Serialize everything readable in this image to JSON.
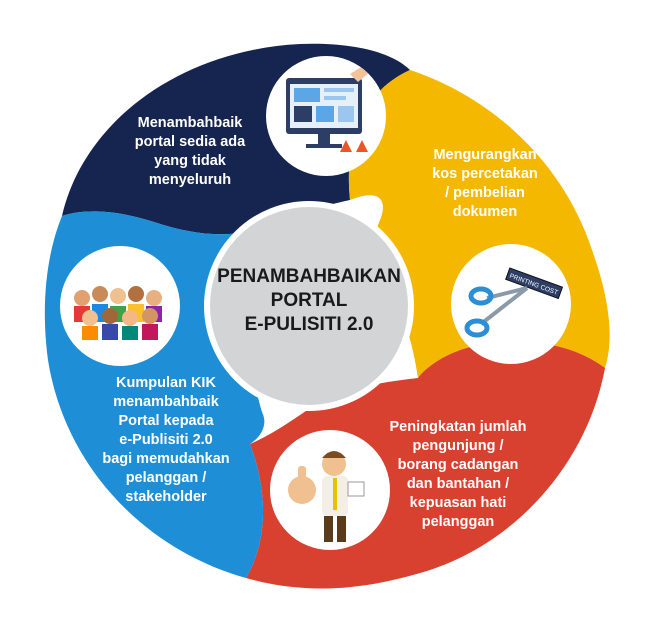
{
  "center": {
    "lines": [
      "PENAMBAHBAIKAN",
      "PORTAL",
      "E-PULISITI 2.0"
    ]
  },
  "segments": {
    "navy": {
      "color": "#16254f",
      "lines": [
        "Menambahbaik",
        "portal sedia ada",
        "yang tidak",
        "menyeluruh"
      ],
      "icon": "web-design-icon"
    },
    "yellow": {
      "color": "#f5b800",
      "lines": [
        "Mengurangkan",
        "kos percetakan",
        "/ pembelian",
        "dokumen"
      ],
      "icon": "scissors-cut-printing-cost-icon",
      "icon_label": "PRINTING COST"
    },
    "red": {
      "color": "#d8402f",
      "lines": [
        "Peningkatan jumlah",
        "pengunjung /",
        "borang cadangan",
        "dan bantahan /",
        "kepuasan hati",
        "pelanggan"
      ],
      "icon": "thumbs-up-man-icon"
    },
    "blue": {
      "color": "#1e8fd6",
      "lines": [
        "Kumpulan KIK",
        "menambahbaik",
        "Portal kepada",
        "e-Publisiti 2.0",
        "bagi memudahkan",
        "pelanggan /",
        "stakeholder"
      ],
      "icon": "crowd-people-icon"
    }
  },
  "colors": {
    "center_fill": "#d3d4d6"
  }
}
